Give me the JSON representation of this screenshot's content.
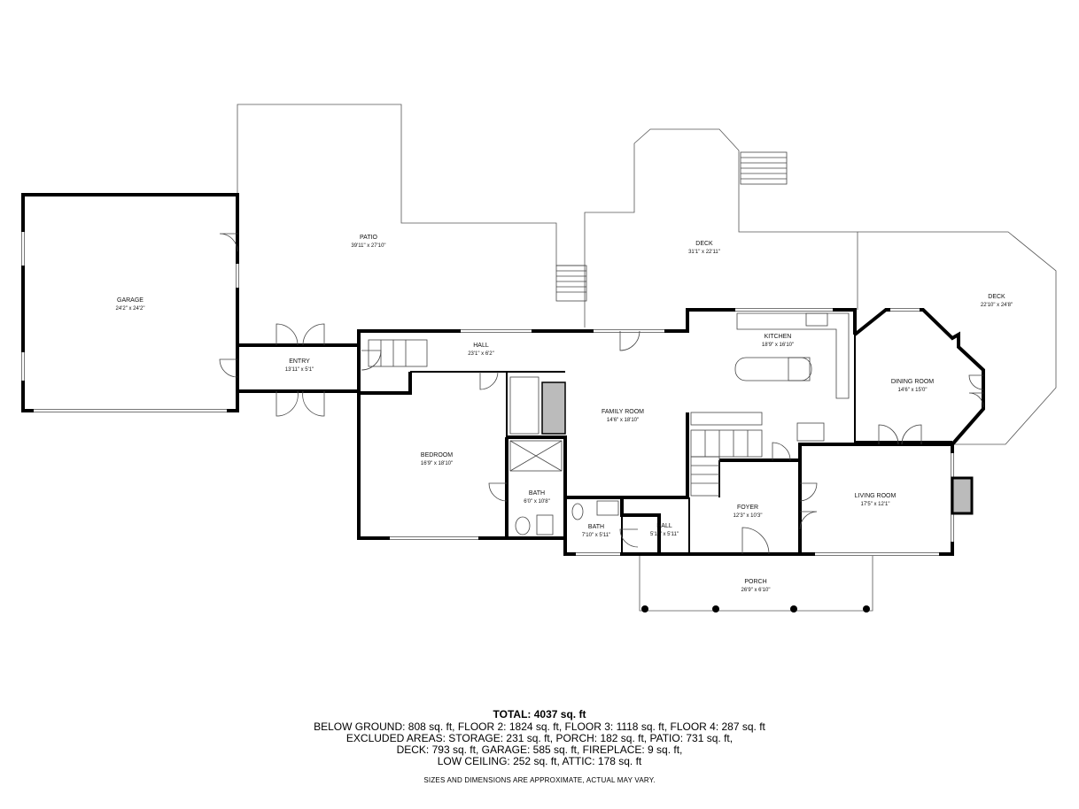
{
  "rooms": {
    "garage": {
      "name": "GARAGE",
      "dims": "24'2\" x 24'2\""
    },
    "patio": {
      "name": "PATIO",
      "dims": "39'11\" x 27'10\""
    },
    "deck1": {
      "name": "DECK",
      "dims": "31'1\" x 22'11\""
    },
    "deck2": {
      "name": "DECK",
      "dims": "22'10\" x 24'8\""
    },
    "entry": {
      "name": "ENTRY",
      "dims": "13'11\" x 5'1\""
    },
    "hall1": {
      "name": "HALL",
      "dims": "23'1\" x 6'2\""
    },
    "kitchen": {
      "name": "KITCHEN",
      "dims": "18'9\" x 16'10\""
    },
    "dining": {
      "name": "DINING ROOM",
      "dims": "14'6\" x 15'0\""
    },
    "family": {
      "name": "FAMILY ROOM",
      "dims": "14'6\" x 18'10\""
    },
    "bedroom": {
      "name": "BEDROOM",
      "dims": "16'9\" x 18'10\""
    },
    "bath1": {
      "name": "BATH",
      "dims": "6'0\" x 10'8\""
    },
    "bath2": {
      "name": "BATH",
      "dims": "7'10\" x 5'11\""
    },
    "hall2": {
      "name": "HALL",
      "dims": "5'11\" x 5'11\""
    },
    "foyer": {
      "name": "FOYER",
      "dims": "12'3\" x 10'3\""
    },
    "living": {
      "name": "LIVING ROOM",
      "dims": "17'5\" x 12'1\""
    },
    "porch": {
      "name": "PORCH",
      "dims": "26'9\" x 6'10\""
    }
  },
  "summary": {
    "total": "TOTAL: 4037 sq. ft",
    "line1": "BELOW GROUND: 808 sq. ft, FLOOR 2: 1824 sq. ft, FLOOR 3: 1118 sq. ft, FLOOR 4: 287 sq. ft",
    "line2": "EXCLUDED AREAS: STORAGE: 231 sq. ft, PORCH: 182 sq. ft, PATIO: 731 sq. ft,",
    "line3": "DECK: 793 sq. ft, GARAGE: 585 sq. ft, FIREPLACE: 9 sq. ft,",
    "line4": "LOW CEILING: 252 sq. ft, ATTIC: 178 sq. ft",
    "disclaimer": "SIZES AND DIMENSIONS ARE APPROXIMATE, ACTUAL MAY VARY."
  }
}
